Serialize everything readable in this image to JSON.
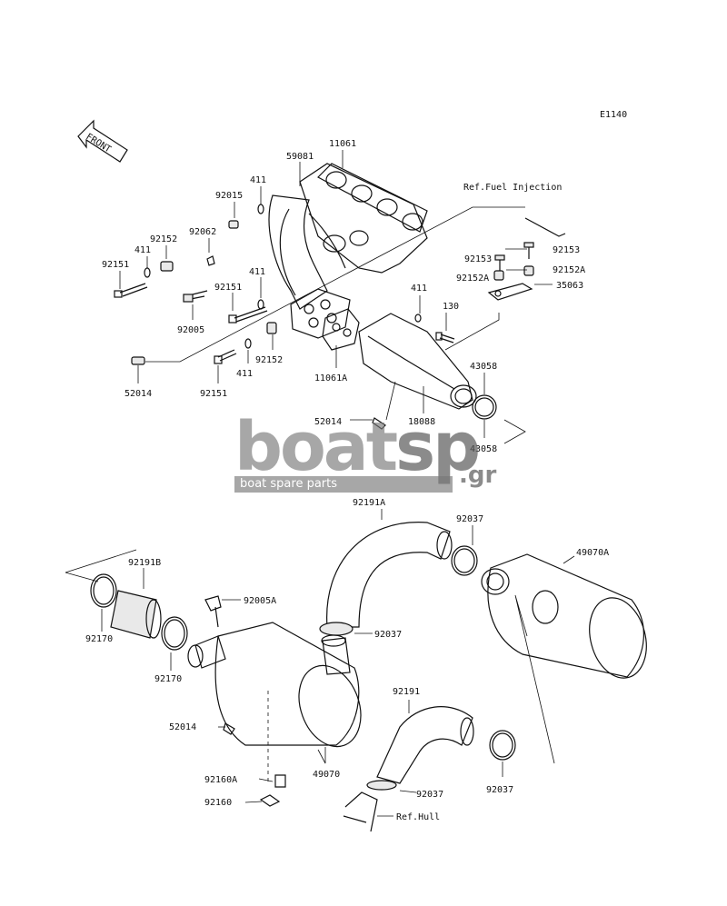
{
  "diagram_code": "E1140",
  "front_label": "FRONT",
  "watermark": {
    "brand_main": "boat",
    "brand_accent": "sp",
    "domain": ".gr",
    "tagline": "boat spare parts"
  },
  "references": {
    "fuel_injection": "Ref.Fuel Injection",
    "hull": "Ref.Hull"
  },
  "callouts": {
    "p11061": "11061",
    "p59081": "59081",
    "p411_a": "411",
    "p92015": "92015",
    "p92062": "92062",
    "p92152_a": "92152",
    "p411_b": "411",
    "p92151_a": "92151",
    "p92151_b": "92151",
    "p411_c": "411",
    "p92005": "92005",
    "p92152_b": "92152",
    "p411_d": "411",
    "p92151_c": "92151",
    "p52014_a": "52014",
    "p11061A": "11061A",
    "p92153_a": "92153",
    "p92153_b": "92153",
    "p92152A_a": "92152A",
    "p92152A_b": "92152A",
    "p35063": "35063",
    "p411_e": "411",
    "p130": "130",
    "p43058_a": "43058",
    "p43058_b": "43058",
    "p52014_b": "52014",
    "p18088": "18088",
    "p92191A": "92191A",
    "p92037_a": "92037",
    "p49070A": "49070A",
    "p92191B": "92191B",
    "p92005A": "92005A",
    "p92170_a": "92170",
    "p92037_b": "92037",
    "p92170_b": "92170",
    "p92191": "92191",
    "p52014_c": "52014",
    "p49070": "49070",
    "p92037_c": "92037",
    "p92160A": "92160A",
    "p92037_d": "92037",
    "p92160": "92160"
  }
}
